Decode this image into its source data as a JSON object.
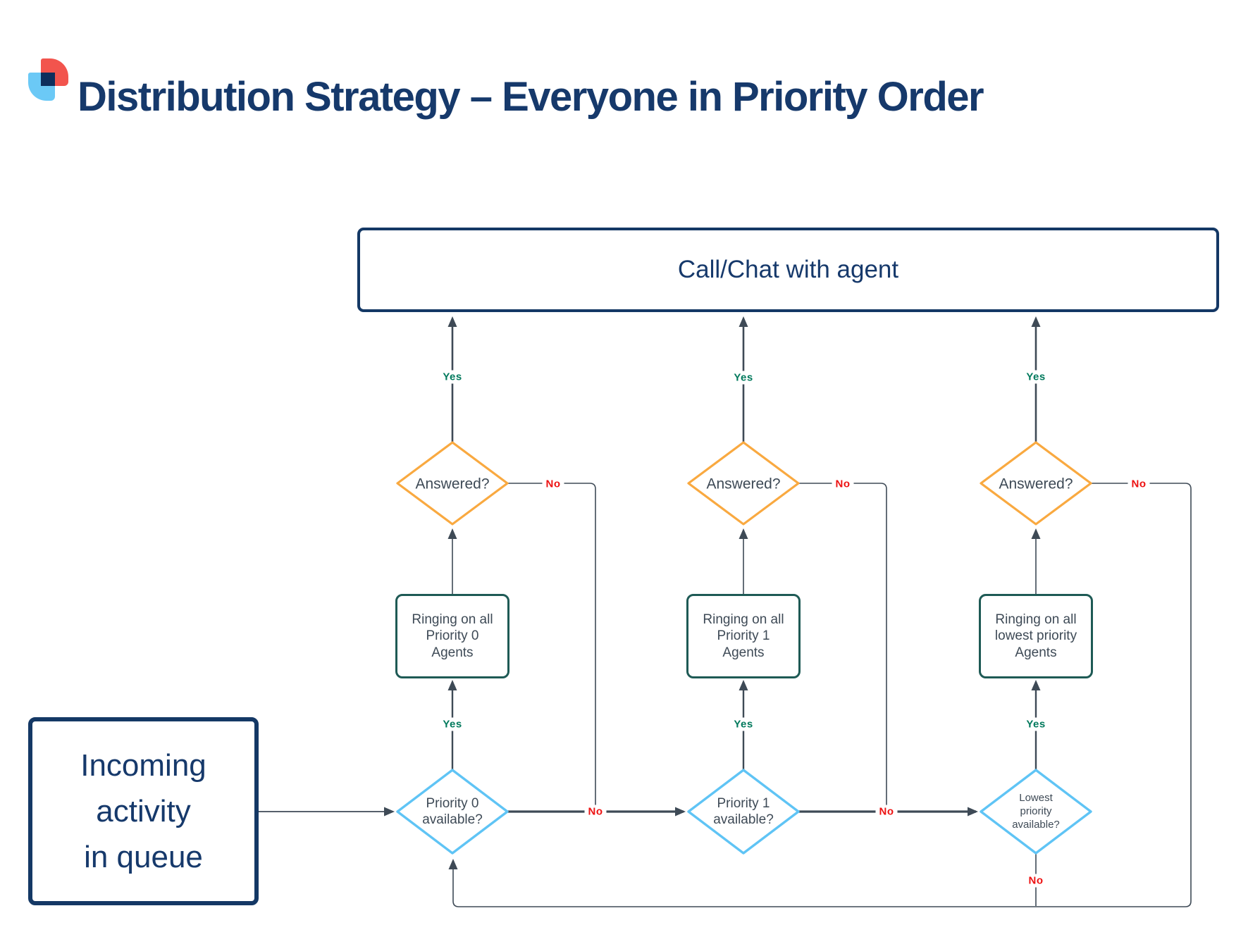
{
  "title": "Distribution Strategy – Everyone in Priority Order",
  "top_box": {
    "label": "Call/Chat with agent"
  },
  "incoming_box": {
    "label": "Incoming\nactivity\nin queue"
  },
  "labels": {
    "yes": "Yes",
    "no": "No"
  },
  "columns": [
    {
      "answered": "Answered?",
      "ringing": "Ringing on all\nPriority 0\nAgents",
      "available": "Priority 0\navailable?"
    },
    {
      "answered": "Answered?",
      "ringing": "Ringing on all\nPriority 1\nAgents",
      "available": "Priority 1\navailable?"
    },
    {
      "answered": "Answered?",
      "ringing": "Ringing on all\nlowest priority\nAgents",
      "available": "Lowest\npriority\navailable?"
    }
  ],
  "colors": {
    "navy_text": "#16396B",
    "navy_border": "#143865",
    "connector_gray": "#3E4A56",
    "yes_green": "#00795C",
    "no_red": "#ED1111",
    "answered_orange": "#F9A940",
    "ringing_teal": "#1E5A55",
    "available_blue": "#5FC4F5",
    "logo_red": "#F2544D",
    "logo_blue": "#6BC9F6",
    "logo_navy": "#0E2E5C"
  }
}
